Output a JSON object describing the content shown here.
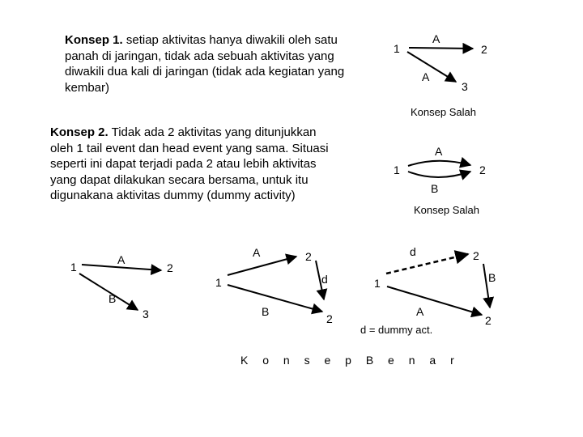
{
  "concept1": {
    "heading": "Konsep 1.",
    "text": " setiap aktivitas hanya diwakili oleh satu panah di jaringan, tidak ada sebuah aktivitas yang diwakili dua kali di jaringan (tidak ada kegiatan yang kembar)"
  },
  "concept2": {
    "heading": "Konsep 2.",
    "text": " Tidak ada 2 aktivitas yang ditunjukkan oleh 1 tail event dan head event yang sama. Situasi seperti ini dapat terjadi pada 2 atau lebih aktivitas yang dapat dilakukan secara bersama, untuk itu digunakana aktivitas dummy (dummy activity)"
  },
  "diagram1": {
    "nodes": [
      "1",
      "2",
      "3"
    ],
    "activities": [
      "A",
      "A"
    ],
    "caption": "Konsep Salah"
  },
  "diagram2": {
    "nodes": [
      "1",
      "2"
    ],
    "activities": [
      "A",
      "B"
    ],
    "caption": "Konsep Salah"
  },
  "diagram3": {
    "nodes": [
      "1",
      "2",
      "3"
    ],
    "activities": [
      "A",
      "B"
    ]
  },
  "diagram4": {
    "nodes": [
      "1",
      "2",
      "2"
    ],
    "activities": [
      "A",
      "B",
      "d"
    ],
    "caption": "K o n s e p   B e n a r"
  },
  "diagram5": {
    "nodes": [
      "1",
      "2",
      "2"
    ],
    "activities": [
      "d",
      "B",
      "A"
    ],
    "note": "d = dummy act."
  }
}
